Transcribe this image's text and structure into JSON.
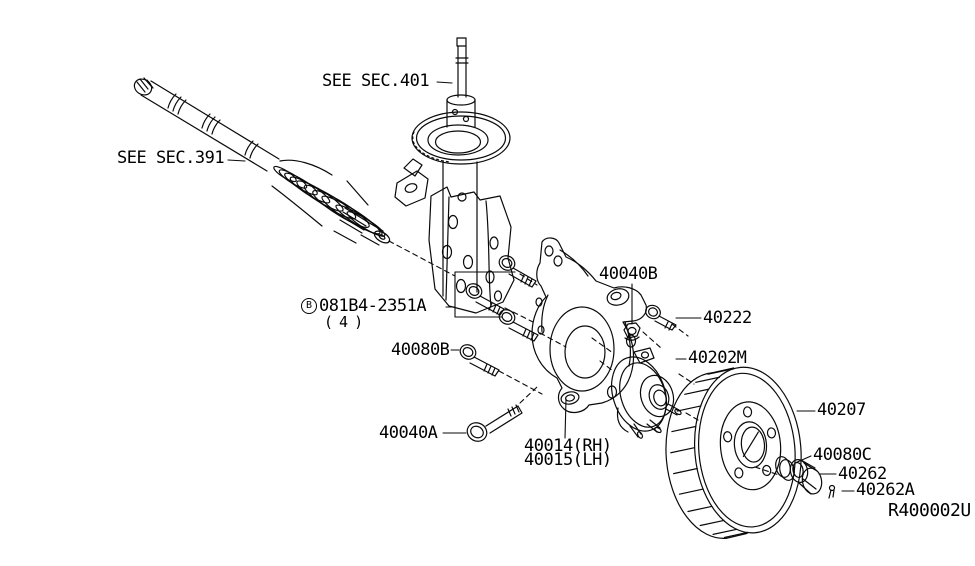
{
  "colors": {
    "background": "#ffffff",
    "line": "#000000"
  },
  "labels": {
    "see_sec_401": "SEE SEC.401",
    "see_sec_391": "SEE SEC.391",
    "nut_40040b": "40040B",
    "bolt_40222": "40222",
    "bolt_grade_mark": "B",
    "bolt_set_part_no": "081B4-2351A",
    "bolt_set_qty": "( 4 )",
    "bolt_40080b": "40080B",
    "hub_40202m": "40202M",
    "rotor_40207": "40207",
    "bolt_40040a": "40040A",
    "knuckle_rh_40014": "40014(RH)",
    "knuckle_lh_40015": "40015(LH)",
    "washer_40080c": "40080C",
    "nut_40262": "40262",
    "pin_40262a": "40262A",
    "drawing_ref": "R400002U"
  }
}
